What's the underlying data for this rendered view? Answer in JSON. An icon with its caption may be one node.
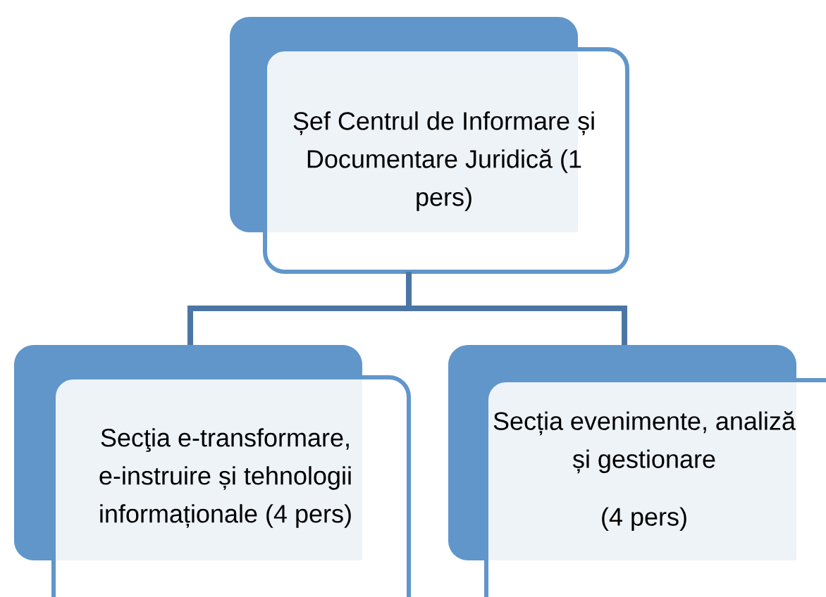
{
  "diagram": {
    "nodes": [
      {
        "text": [
          "Șef Centrul de Informare și Documentare Juridică (1 pers)"
        ]
      },
      {
        "text": [
          "Secţia e-transformare, e-instruire și tehnologii informaționale (4 pers)"
        ]
      },
      {
        "text": [
          "Secția evenimente, analiză și gestionare",
          "(4 pers)"
        ]
      }
    ],
    "edges": [
      {
        "from": 0,
        "to": 1,
        "arrow": "none"
      },
      {
        "from": 0,
        "to": 2,
        "arrow": "none"
      }
    ]
  }
}
